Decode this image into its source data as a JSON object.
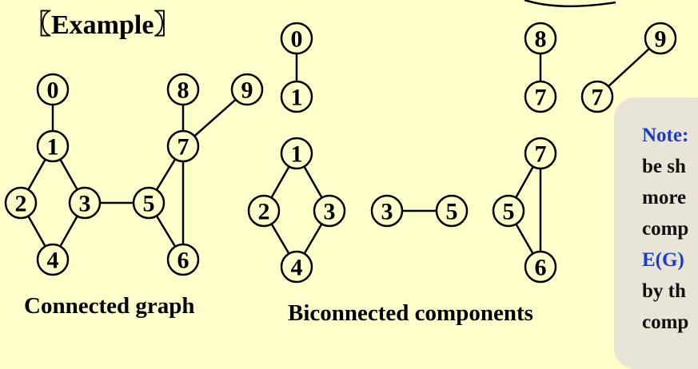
{
  "heading": "〖Example〗",
  "captions": {
    "connected": "Connected graph",
    "biconnected": "Biconnected components"
  },
  "note": {
    "lines": [
      "Note:",
      "be sh",
      "more",
      "comp",
      "E(G)",
      "by th",
      "comp"
    ],
    "blue_lines": [
      0,
      4
    ]
  },
  "colors": {
    "background": "#FFFFCC",
    "note_bg": "#E8E4D8",
    "note_blue": "#1A3CC8"
  },
  "connected_graph": {
    "nodes": [
      "0",
      "1",
      "2",
      "3",
      "4",
      "5",
      "6",
      "7",
      "8",
      "9"
    ],
    "edges": [
      [
        "0",
        "1"
      ],
      [
        "1",
        "2"
      ],
      [
        "1",
        "3"
      ],
      [
        "2",
        "4"
      ],
      [
        "3",
        "4"
      ],
      [
        "3",
        "5"
      ],
      [
        "5",
        "7"
      ],
      [
        "5",
        "6"
      ],
      [
        "7",
        "6"
      ],
      [
        "8",
        "7"
      ],
      [
        "7",
        "9"
      ]
    ]
  },
  "components": [
    {
      "nodes": [
        "0",
        "1"
      ],
      "edges": [
        [
          "0",
          "1"
        ]
      ]
    },
    {
      "nodes": [
        "1",
        "2",
        "3",
        "4"
      ],
      "edges": [
        [
          "1",
          "2"
        ],
        [
          "1",
          "3"
        ],
        [
          "2",
          "4"
        ],
        [
          "3",
          "4"
        ]
      ]
    },
    {
      "nodes": [
        "3",
        "5"
      ],
      "edges": [
        [
          "3",
          "5"
        ]
      ]
    },
    {
      "nodes": [
        "5",
        "7",
        "6"
      ],
      "edges": [
        [
          "5",
          "7"
        ],
        [
          "5",
          "6"
        ],
        [
          "7",
          "6"
        ]
      ]
    },
    {
      "nodes": [
        "8",
        "7"
      ],
      "edges": [
        [
          "8",
          "7"
        ]
      ]
    },
    {
      "nodes": [
        "7",
        "9"
      ],
      "edges": [
        [
          "7",
          "9"
        ]
      ]
    }
  ]
}
